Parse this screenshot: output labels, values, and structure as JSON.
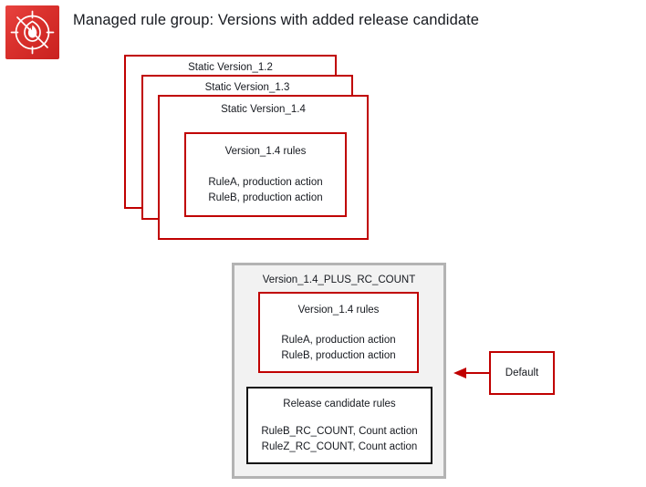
{
  "page": {
    "title": "Managed rule group: Versions with added release candidate",
    "background_color": "#ffffff"
  },
  "logo": {
    "name": "aws-waf-icon",
    "alt": "AWS WAF",
    "color_start": "#e8433f",
    "color_end": "#c9211f"
  },
  "colors": {
    "red": "#c00000",
    "black": "#111111",
    "panel_fill": "#f2f2f2",
    "panel_border": "#b3b3b3",
    "text": "#16191f"
  },
  "version_stack": [
    {
      "label": "Static Version_1.2"
    },
    {
      "label": "Static Version_1.3"
    },
    {
      "label": "Static Version_1.4"
    }
  ],
  "rules_box_top": {
    "title": "Version_1.4 rules",
    "lines": [
      "RuleA, production action",
      "RuleB, production action"
    ]
  },
  "rc_panel": {
    "label": "Version_1.4_PLUS_RC_COUNT",
    "rules_box": {
      "title": "Version_1.4 rules",
      "lines": [
        "RuleA, production action",
        "RuleB, production action"
      ]
    },
    "release_candidate_box": {
      "title": "Release candidate rules",
      "lines": [
        "RuleB_RC_COUNT, Count action",
        "RuleZ_RC_COUNT, Count action"
      ]
    }
  },
  "callout": {
    "label": "Default"
  }
}
